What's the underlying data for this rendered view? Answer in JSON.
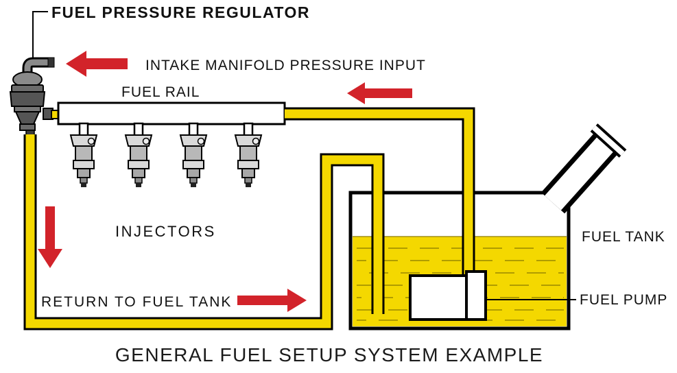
{
  "diagram": {
    "title_label": "FUEL PRESSURE REGULATOR",
    "labels": {
      "intake_input": "INTAKE MANIFOLD PRESSURE INPUT",
      "fuel_rail": "FUEL RAIL",
      "injectors": "INJECTORS",
      "return_line": "RETURN TO FUEL TANK",
      "fuel_tank": "FUEL TANK",
      "fuel_pump": "FUEL PUMP"
    },
    "caption": "GENERAL FUEL SETUP SYSTEM EXAMPLE"
  },
  "colors": {
    "fuel-yellow": "#F4D800",
    "fuel-texture": "#A08E00",
    "fuel-surface": "#8A7900",
    "arrow-red": "#D2232A",
    "outline-black": "#000000",
    "metal-dark": "#555555",
    "metal-mid": "#8A8A8A",
    "metal-light": "#D9D9D9"
  }
}
